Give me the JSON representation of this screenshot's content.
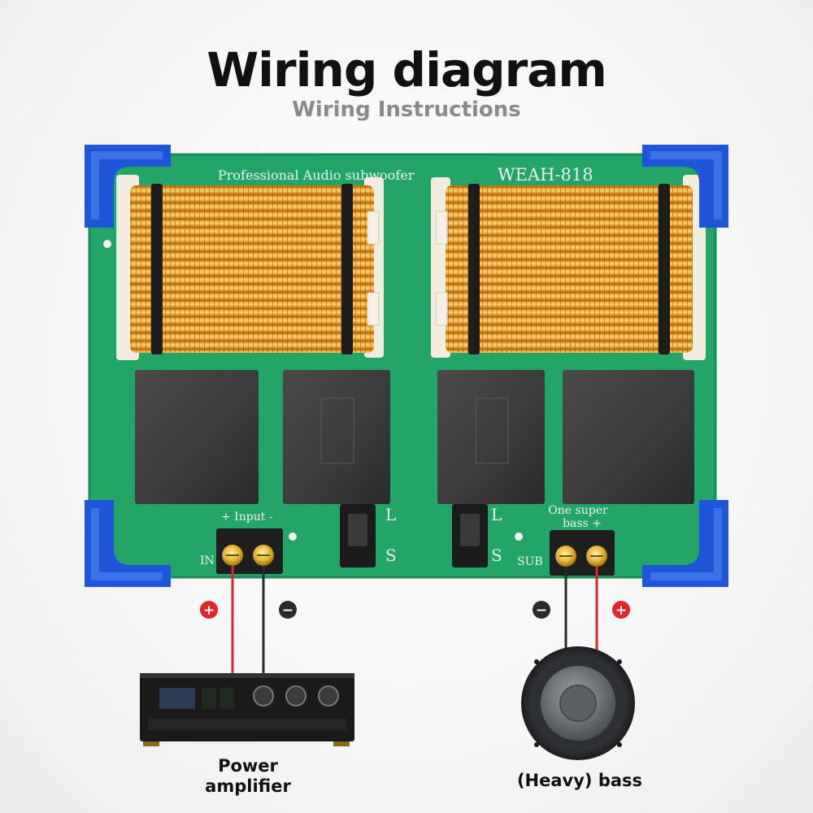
{
  "header": {
    "title": "Wiring diagram",
    "subtitle": "Wiring Instructions"
  },
  "board": {
    "silkscreen_left": "Professional Audio subwoofer",
    "model": "WEAH-818",
    "input_label": "+ Input -",
    "in_label": "IN",
    "sub_label": "SUB",
    "output_label_line1": "One super",
    "output_label_line2": "bass +",
    "switch_left_top": "L",
    "switch_left_bottom": "S",
    "switch_right_top": "L",
    "switch_right_bottom": "S"
  },
  "polarity": {
    "plus_symbol": "+",
    "minus_symbol": "−"
  },
  "devices": {
    "amplifier_line1": "Power",
    "amplifier_line2": "amplifier",
    "speaker_label": "(Heavy) bass"
  },
  "colors": {
    "pcb": "#22a567",
    "coil_copper": "#e09a2a",
    "bracket_blue": "#1f55d8",
    "positive_marker": "#e0252b",
    "negative_marker": "#2b2b2b",
    "positive_wire": "#d8262c",
    "negative_wire": "#2a2a2a"
  }
}
